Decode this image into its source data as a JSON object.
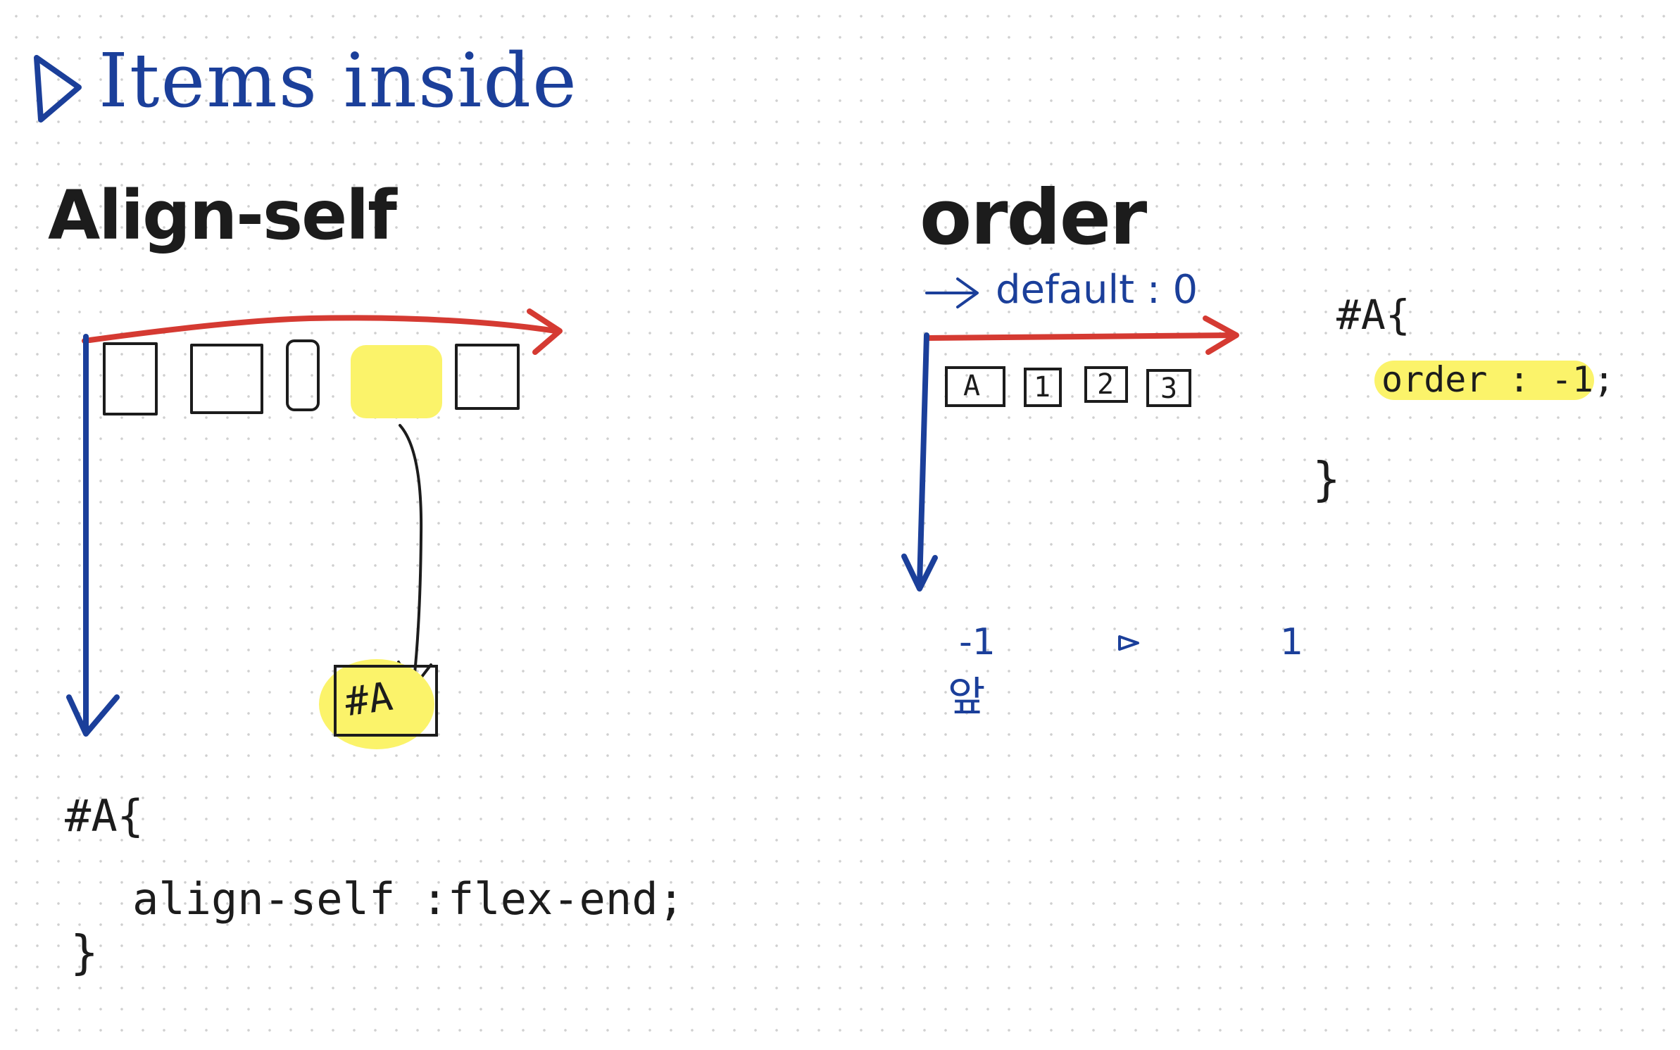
{
  "page": {
    "title": "Items inside"
  },
  "align_self": {
    "heading": "Align-self",
    "target_label": "#A",
    "code_open": "#A{",
    "code_line": "align-self :flex-end;",
    "code_close": "}"
  },
  "order": {
    "heading": "order",
    "default_note": "default : 0",
    "items": [
      "A",
      "1",
      "2",
      "3"
    ],
    "code_open": "#A{",
    "code_line": "order : -1;",
    "code_close": "}",
    "scale_low": "-1",
    "scale_high": "1",
    "scale_low_note": "앞"
  },
  "colors": {
    "main_axis": "#d53a32",
    "cross_axis": "#1b3f9a",
    "highlight": "#fbf36a",
    "ink": "#1c1c1c"
  }
}
